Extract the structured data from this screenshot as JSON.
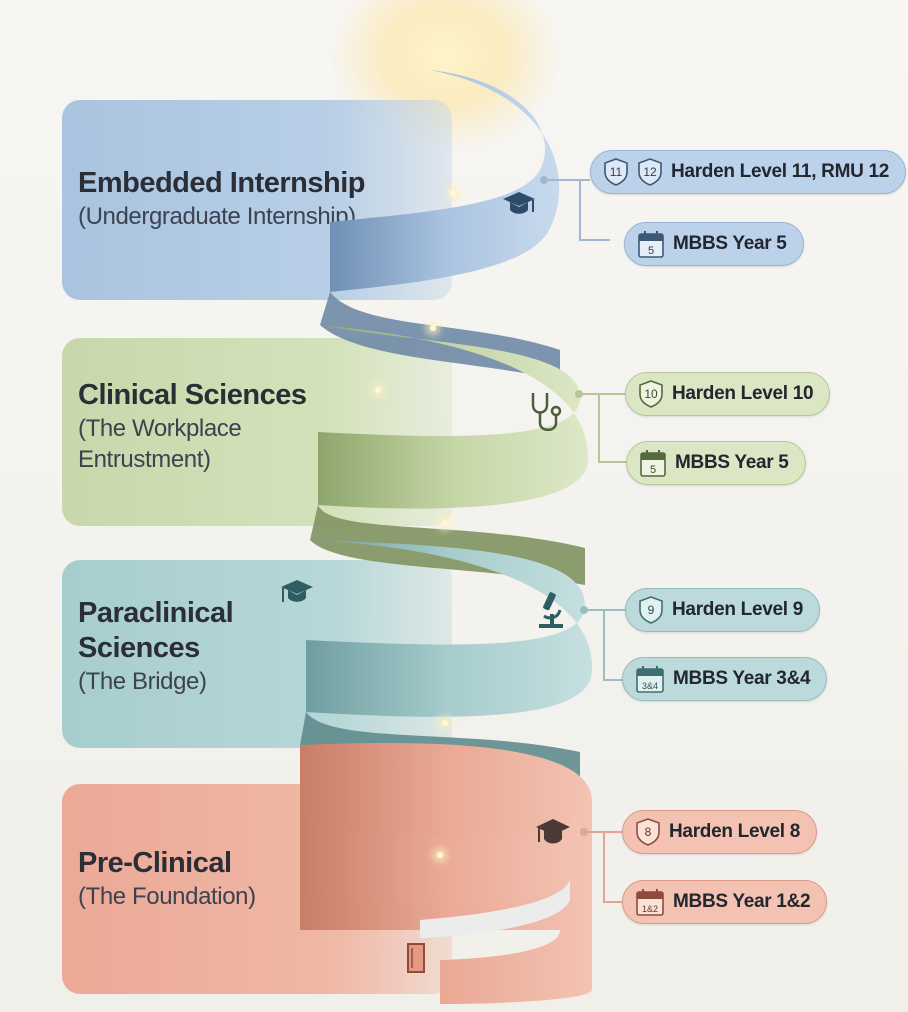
{
  "stages": [
    {
      "title": "Embedded Internship",
      "subtitle": [
        "(Undergraduate Internship)"
      ],
      "level_label": "Harden Level 11, RMU 12",
      "level_badges": [
        "11",
        "12"
      ],
      "year_label": "MBBS Year 5",
      "year_badge": "5",
      "color": "#a9c4e0",
      "icons": [
        "graduation-cap-icon"
      ]
    },
    {
      "title": "Clinical Sciences",
      "subtitle": [
        "(The Workplace",
        "Entrustment)"
      ],
      "level_label": "Harden Level 10",
      "level_badges": [
        "10"
      ],
      "year_label": "MBBS Year 5",
      "year_badge": "5",
      "color": "#c7d8ab",
      "icons": [
        "stethoscope-icon"
      ]
    },
    {
      "title_lines": [
        "Paraclinical",
        "Sciences"
      ],
      "subtitle": [
        "(The Bridge)"
      ],
      "level_label": "Harden Level 9",
      "level_badges": [
        "9"
      ],
      "year_label": "MBBS Year 3&4",
      "year_badge": "3&4",
      "color": "#a7cdcf",
      "icons": [
        "graduation-cap-icon",
        "microscope-icon"
      ]
    },
    {
      "title": "Pre-Clinical",
      "subtitle": [
        "(The Foundation)"
      ],
      "level_label": "Harden Level 8",
      "level_badges": [
        "8"
      ],
      "year_label": "MBBS Year 1&2",
      "year_badge": "1&2",
      "color": "#eba996",
      "icons": [
        "graduation-cap-icon",
        "book-icon"
      ]
    }
  ]
}
